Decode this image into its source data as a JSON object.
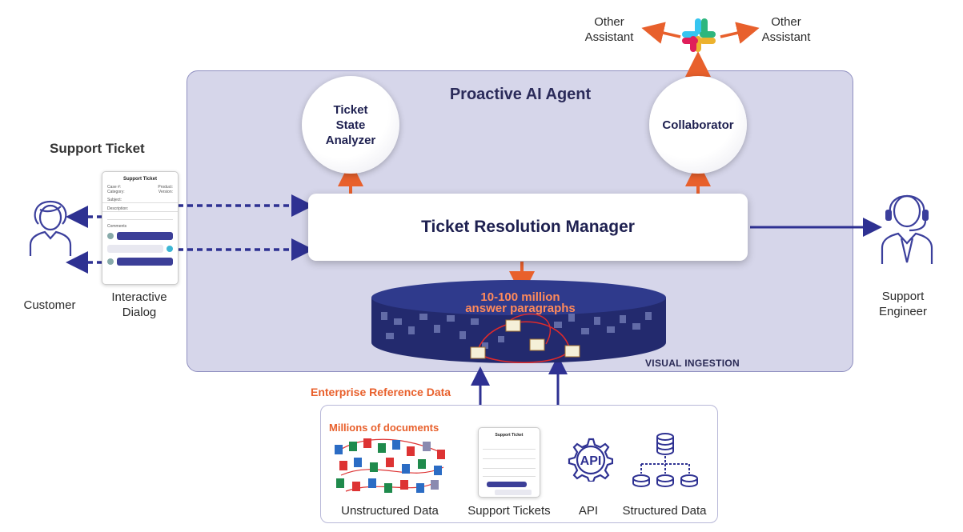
{
  "agent": {
    "title": "Proactive AI Agent"
  },
  "modules": {
    "analyzer": "Ticket State Analyzer",
    "collaborator": "Collaborator",
    "manager": "Ticket Resolution Manager"
  },
  "slack": {
    "left_label": "Other Assistant",
    "right_label": "Other Assistant"
  },
  "left": {
    "ticket_heading": "Support Ticket",
    "customer_label": "Customer",
    "dialog_label": "Interactive Dialog",
    "card": {
      "title": "Support Ticket",
      "case": "Case #:",
      "product": "Product:",
      "category": "Category:",
      "version": "Version:",
      "subject": "Subject:",
      "description": "Description:",
      "comments": "Comments"
    }
  },
  "right": {
    "engineer_label": "Support Engineer"
  },
  "database": {
    "line1": "10-100 million",
    "line2": "answer paragraphs",
    "footer": "VISUAL INGESTION"
  },
  "reference": {
    "heading": "Enterprise Reference Data",
    "docs_heading": "Millions of documents",
    "items": [
      "Unstructured Data",
      "Support Tickets",
      "API",
      "Structured Data"
    ],
    "api_text": "API"
  },
  "colors": {
    "navy": "#2e3192",
    "orange": "#e8602c",
    "agent_bg": "#d6d6ea"
  }
}
